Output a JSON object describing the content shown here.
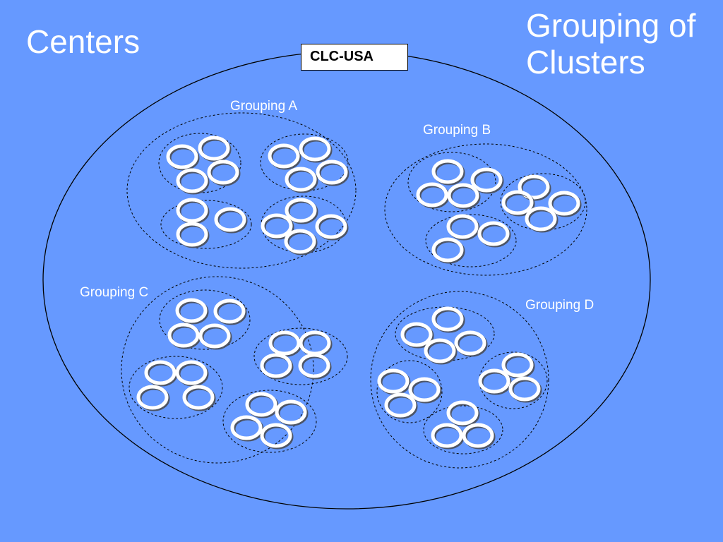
{
  "title_left": "Centers",
  "title_right": [
    "Grouping of",
    "Clusters"
  ],
  "center_label": "CLC-USA",
  "groupings": [
    {
      "label": "Grouping A",
      "clusters": [
        4,
        4,
        3,
        4
      ]
    },
    {
      "label": "Grouping B",
      "clusters": [
        4,
        4,
        3
      ]
    },
    {
      "label": "Grouping C",
      "clusters": [
        4,
        4,
        4,
        4
      ]
    },
    {
      "label": "Grouping D",
      "clusters": [
        4,
        3,
        3,
        3
      ]
    }
  ],
  "colors": {
    "background": "#6699FF",
    "ring": "#FFFFFF",
    "outline": "#000000",
    "text": "#FFFFFF"
  }
}
